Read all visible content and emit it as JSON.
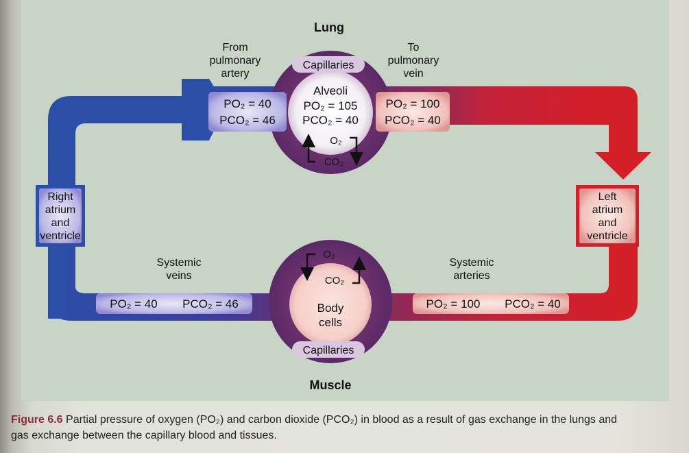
{
  "colors": {
    "blue": "#2b4fa8",
    "red": "#d0202a",
    "purple": "#6e2e6a",
    "panel": "#c8d5c6"
  },
  "labels": {
    "lung": "Lung",
    "muscle": "Muscle",
    "from_pulmonary_artery": [
      "From",
      "pulmonary",
      "artery"
    ],
    "to_pulmonary_vein": [
      "To",
      "pulmonary",
      "vein"
    ],
    "capillaries_top": "Capillaries",
    "capillaries_bottom": "Capillaries",
    "alveoli": "Alveoli",
    "alveoli_po2": "PO₂ = 105",
    "alveoli_pco2": "PCO₂ = 40",
    "o2": "O₂",
    "co2": "CO₂",
    "body_cells": [
      "Body",
      "cells"
    ],
    "right_heart": [
      "Right",
      "atrium",
      "and",
      "ventricle"
    ],
    "left_heart": [
      "Left",
      "atrium",
      "and",
      "ventricle"
    ],
    "systemic_veins": [
      "Systemic",
      "veins"
    ],
    "systemic_arteries": [
      "Systemic",
      "arteries"
    ],
    "pa_po2": "PO₂ = 40",
    "pa_pco2": "PCO₂ = 46",
    "pv_po2": "PO₂ = 100",
    "pv_pco2": "PCO₂ = 40",
    "sv_po2": "PO₂ = 40",
    "sv_pco2": "PCO₂ = 46",
    "sa_po2": "PO₂ = 100",
    "sa_pco2": "PCO₂ = 40"
  },
  "caption": {
    "figure": "Figure 6.6",
    "line1": "Partial pressure of oxygen (PO₂) and carbon dioxide (PCO₂) in blood as a result of gas exchange in the lungs and",
    "line2_lead": "gas exchange",
    "line2": "between the capillary blood and tissues."
  }
}
